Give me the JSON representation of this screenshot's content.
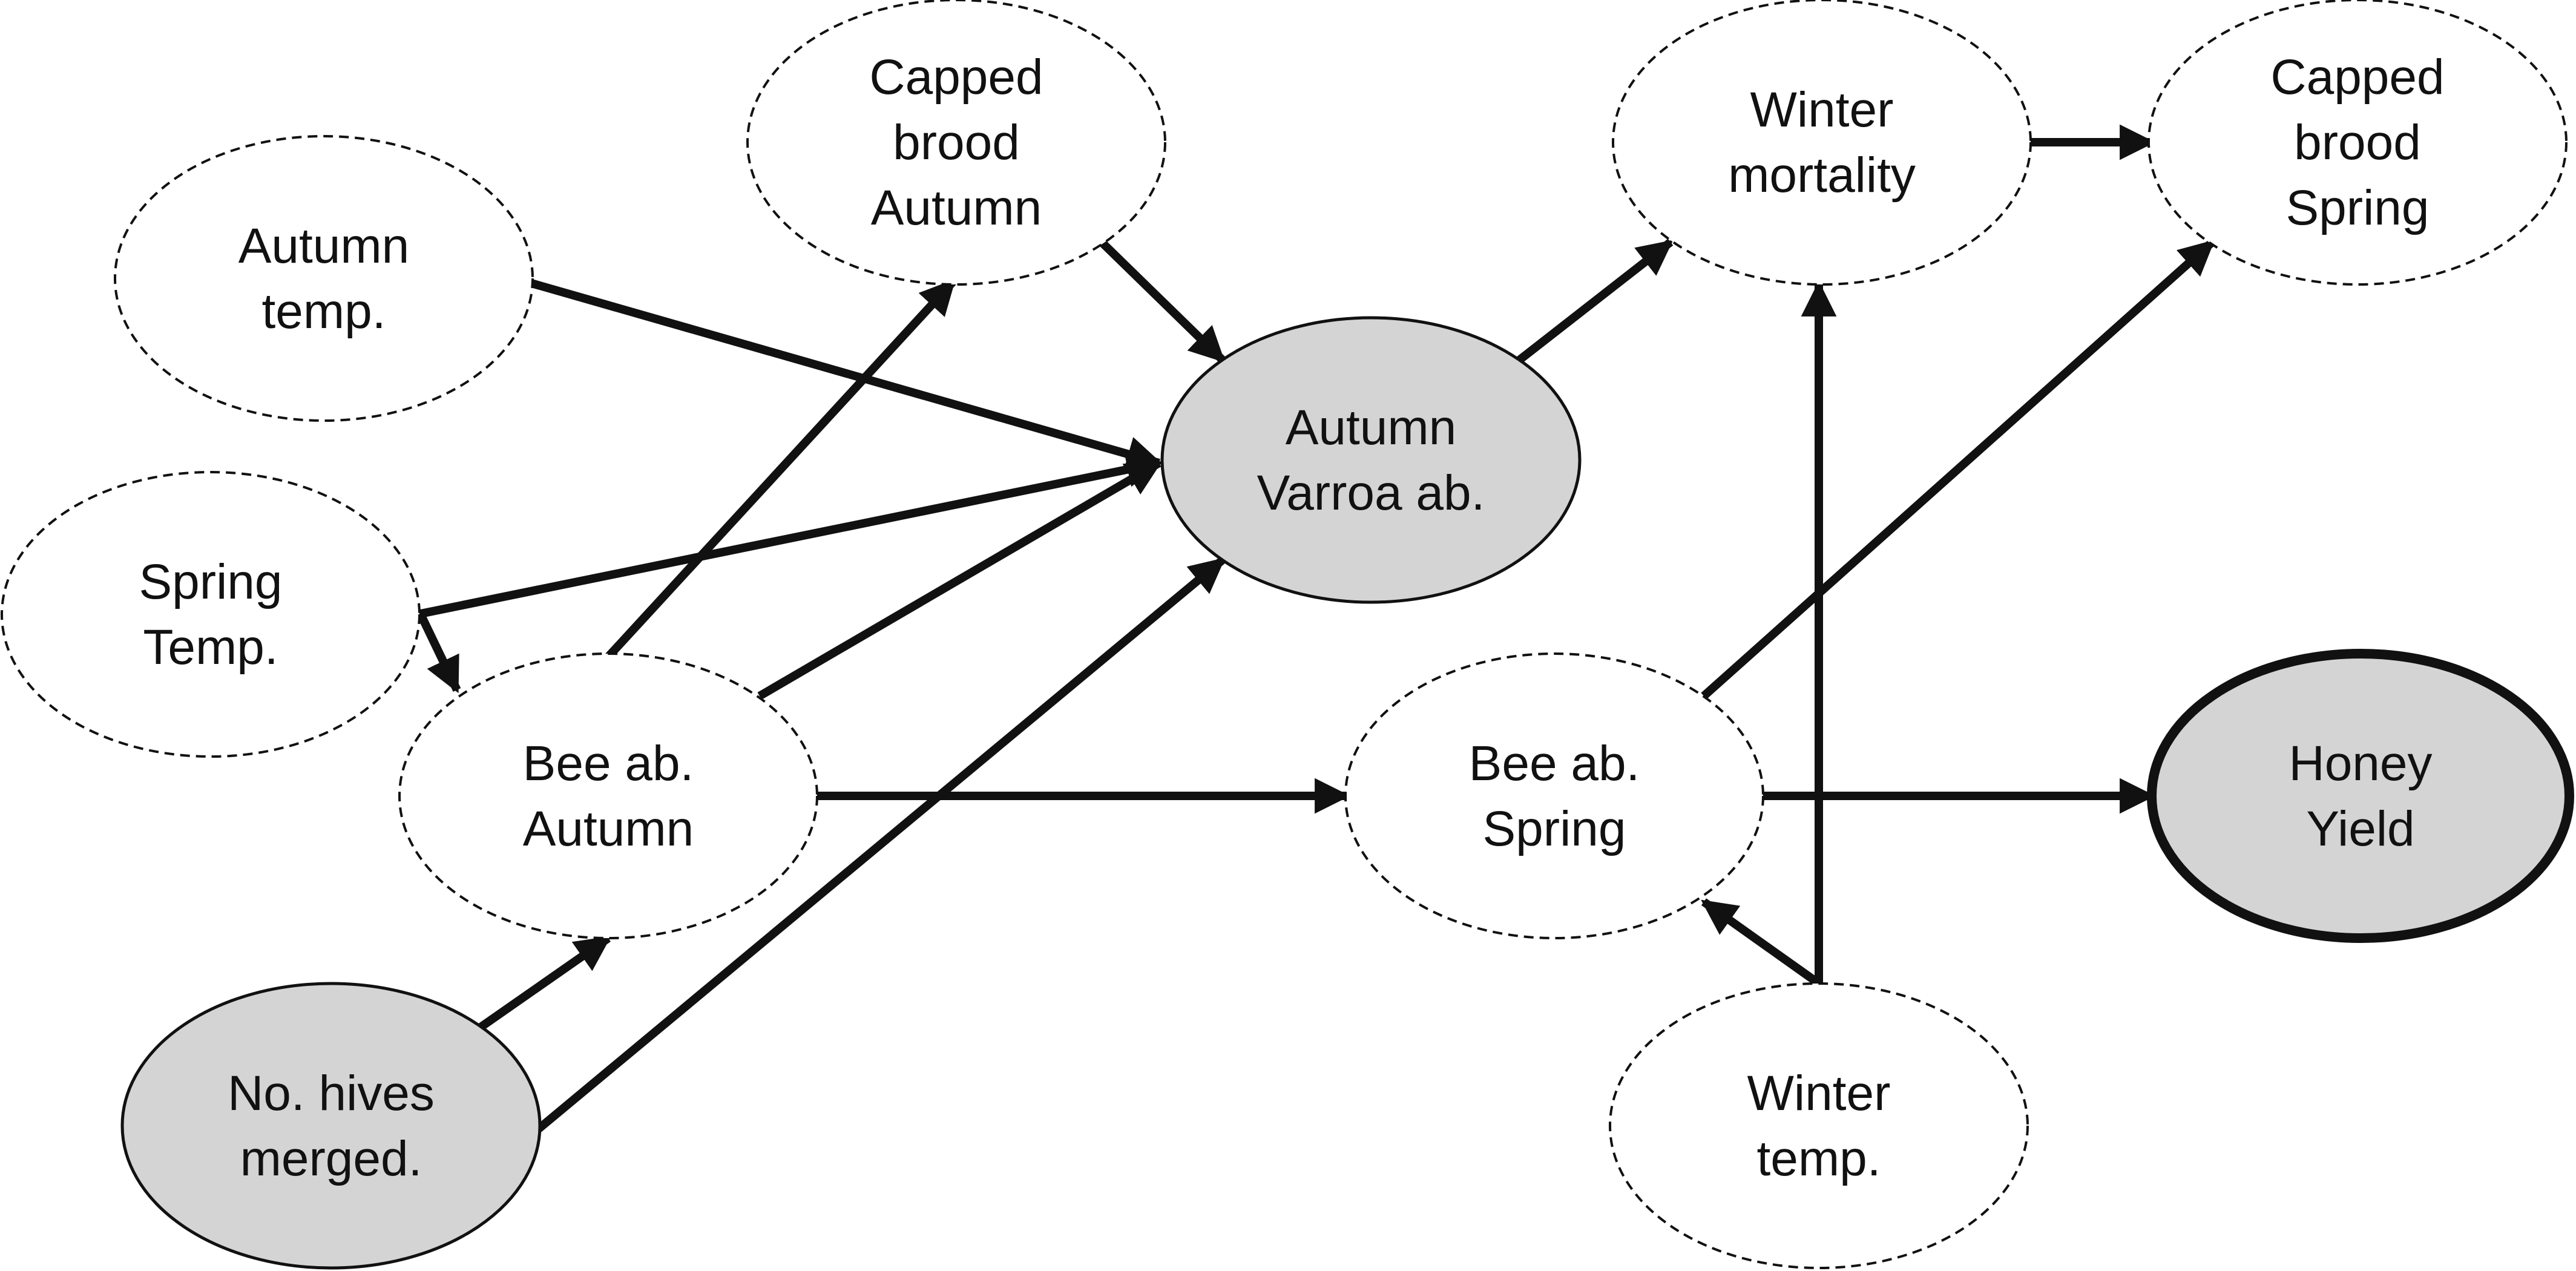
{
  "nodes": {
    "autumn_temp": {
      "lines": [
        "Autumn",
        "temp."
      ]
    },
    "capped_autumn": {
      "lines": [
        "Capped",
        "brood",
        "Autumn"
      ]
    },
    "spring_temp": {
      "lines": [
        "Spring",
        "Temp."
      ]
    },
    "bee_autumn": {
      "lines": [
        "Bee ab.",
        "Autumn"
      ]
    },
    "hives_merged": {
      "lines": [
        "No. hives",
        "merged."
      ]
    },
    "varroa": {
      "lines": [
        "Autumn",
        "Varroa ab."
      ]
    },
    "winter_mort": {
      "lines": [
        "Winter",
        "mortality"
      ]
    },
    "capped_spring": {
      "lines": [
        "Capped",
        "brood",
        "Spring"
      ]
    },
    "bee_spring": {
      "lines": [
        "Bee ab.",
        "Spring"
      ]
    },
    "honey": {
      "lines": [
        "Honey",
        "Yield"
      ]
    },
    "winter_temp": {
      "lines": [
        "Winter",
        "temp."
      ]
    }
  },
  "edges": [
    {
      "from": "autumn_temp",
      "to": "varroa"
    },
    {
      "from": "spring_temp",
      "to": "varroa"
    },
    {
      "from": "spring_temp",
      "to": "bee_autumn"
    },
    {
      "from": "bee_autumn",
      "to": "capped_autumn"
    },
    {
      "from": "bee_autumn",
      "to": "varroa"
    },
    {
      "from": "bee_autumn",
      "to": "bee_spring"
    },
    {
      "from": "capped_autumn",
      "to": "varroa"
    },
    {
      "from": "hives_merged",
      "to": "bee_autumn"
    },
    {
      "from": "hives_merged",
      "to": "varroa"
    },
    {
      "from": "varroa",
      "to": "winter_mort"
    },
    {
      "from": "winter_mort",
      "to": "capped_spring"
    },
    {
      "from": "bee_spring",
      "to": "capped_spring"
    },
    {
      "from": "bee_spring",
      "to": "honey"
    },
    {
      "from": "winter_temp",
      "to": "winter_mort"
    },
    {
      "from": "winter_temp",
      "to": "bee_spring"
    }
  ],
  "colors": {
    "observed_fill": "#d4d4d4",
    "latent_fill": "#ffffff",
    "stroke": "#111111"
  }
}
